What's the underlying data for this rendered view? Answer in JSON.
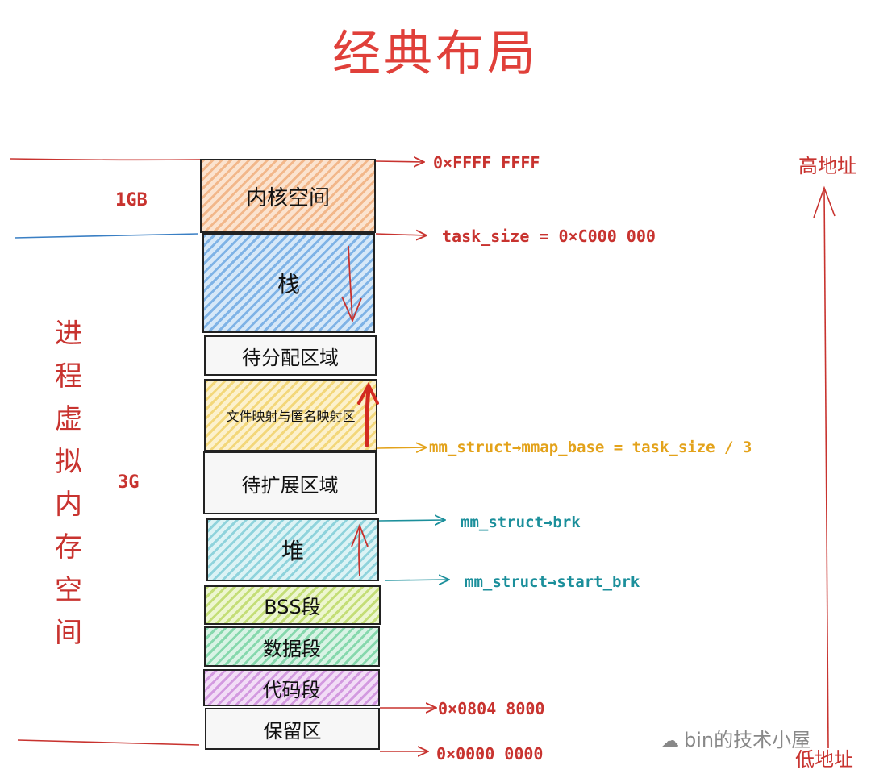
{
  "title": "经典布局",
  "segments": {
    "kernel": "内核空间",
    "stack": "栈",
    "unallocated": "待分配区域",
    "mmap": "文件映射与匿名映射区",
    "expand": "待扩展区域",
    "heap": "堆",
    "bss": "BSS段",
    "data": "数据段",
    "text": "代码段",
    "reserved": "保留区"
  },
  "addresses": {
    "top": "0×FFFF FFFF",
    "task_size": "task_size = 0×C000 000",
    "mmap_base": "mm_struct→mmap_base = task_size / 3",
    "brk": "mm_struct→brk",
    "start_brk": "mm_struct→start_brk",
    "text_start": "0×0804 8000",
    "zero": "0×0000 0000"
  },
  "sizes": {
    "kernel": "1GB",
    "user": "3G"
  },
  "side_label": [
    "进",
    "程",
    "虚",
    "拟",
    "内",
    "存",
    "空",
    "间"
  ],
  "high_addr": "高地址",
  "low_addr": "低地址",
  "watermark": "bin的技术小屋",
  "colors": {
    "red": "#c8332f",
    "orange": "#e3a21a",
    "teal": "#1b8f9b",
    "blue": "#3a7fc4"
  }
}
